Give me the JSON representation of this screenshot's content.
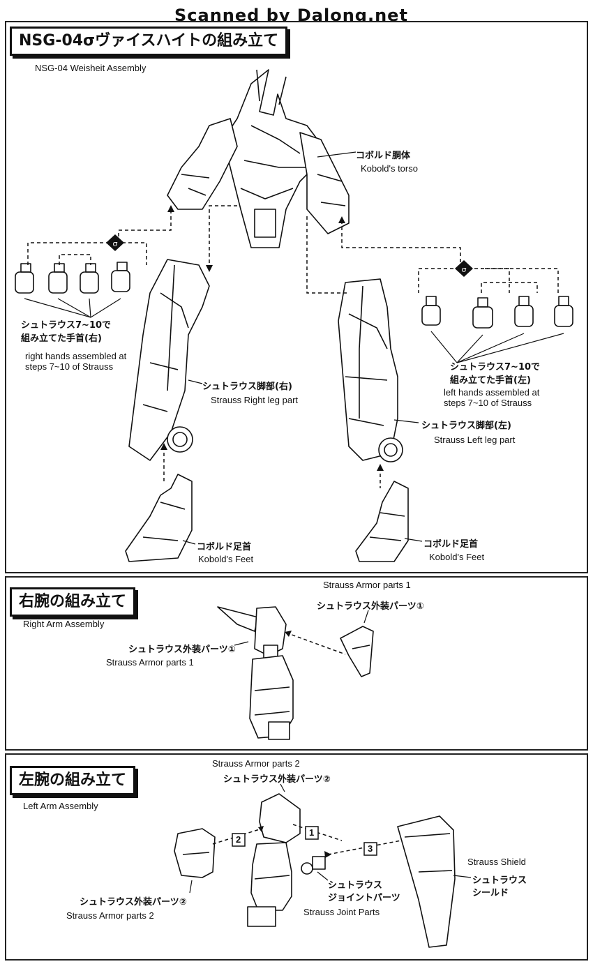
{
  "watermark": "Scanned by Dalong.net",
  "section1": {
    "title": "NSG-04σヴァイスハイトの組み立て",
    "subtitle": "NSG-04 Weisheit Assembly",
    "torso_jp": "コボルド胴体",
    "torso_en": "Kobold's torso",
    "right_hands_jp_line1": "シュトラウス7~10で",
    "right_hands_jp_line2": "組み立てた手首(右)",
    "right_hands_en_line1": "right hands assembled at",
    "right_hands_en_line2": "steps 7~10 of Strauss",
    "left_hands_jp_line1": "シュトラウス7~10で",
    "left_hands_jp_line2": "組み立てた手首(左)",
    "left_hands_en_line1": "left hands assembled at",
    "left_hands_en_line2": "steps 7~10 of Strauss",
    "right_leg_jp": "シュトラウス脚部(右)",
    "right_leg_en": "Strauss Right leg part",
    "left_leg_jp": "シュトラウス脚部(左)",
    "left_leg_en": "Strauss Left leg part",
    "feet_left_jp": "コボルド足首",
    "feet_left_en": "Kobold's Feet",
    "feet_right_jp": "コボルド足首",
    "feet_right_en": "Kobold's Feet"
  },
  "section2": {
    "title": "右腕の組み立て",
    "subtitle": "Right Arm Assembly",
    "armor_top_en": "Strauss Armor parts 1",
    "armor_top_jp": "シュトラウス外装パーツ①",
    "armor_left_jp": "シュトラウス外装パーツ①",
    "armor_left_en": "Strauss Armor parts 1"
  },
  "section3": {
    "title": "左腕の組み立て",
    "subtitle": "Left Arm Assembly",
    "armor_top_en": "Strauss Armor parts 2",
    "armor_top_jp": "シュトラウス外装パーツ②",
    "armor_left_jp": "シュトラウス外装パーツ②",
    "armor_left_en": "Strauss Armor parts 2",
    "joint_jp_line1": "シュトラウス",
    "joint_jp_line2": "ジョイントパーツ",
    "joint_en": "Strauss Joint Parts",
    "shield_en": "Strauss Shield",
    "shield_jp_line1": "シュトラウス",
    "shield_jp_line2": "シールド",
    "step1": "1",
    "step2": "2",
    "step3": "3"
  }
}
